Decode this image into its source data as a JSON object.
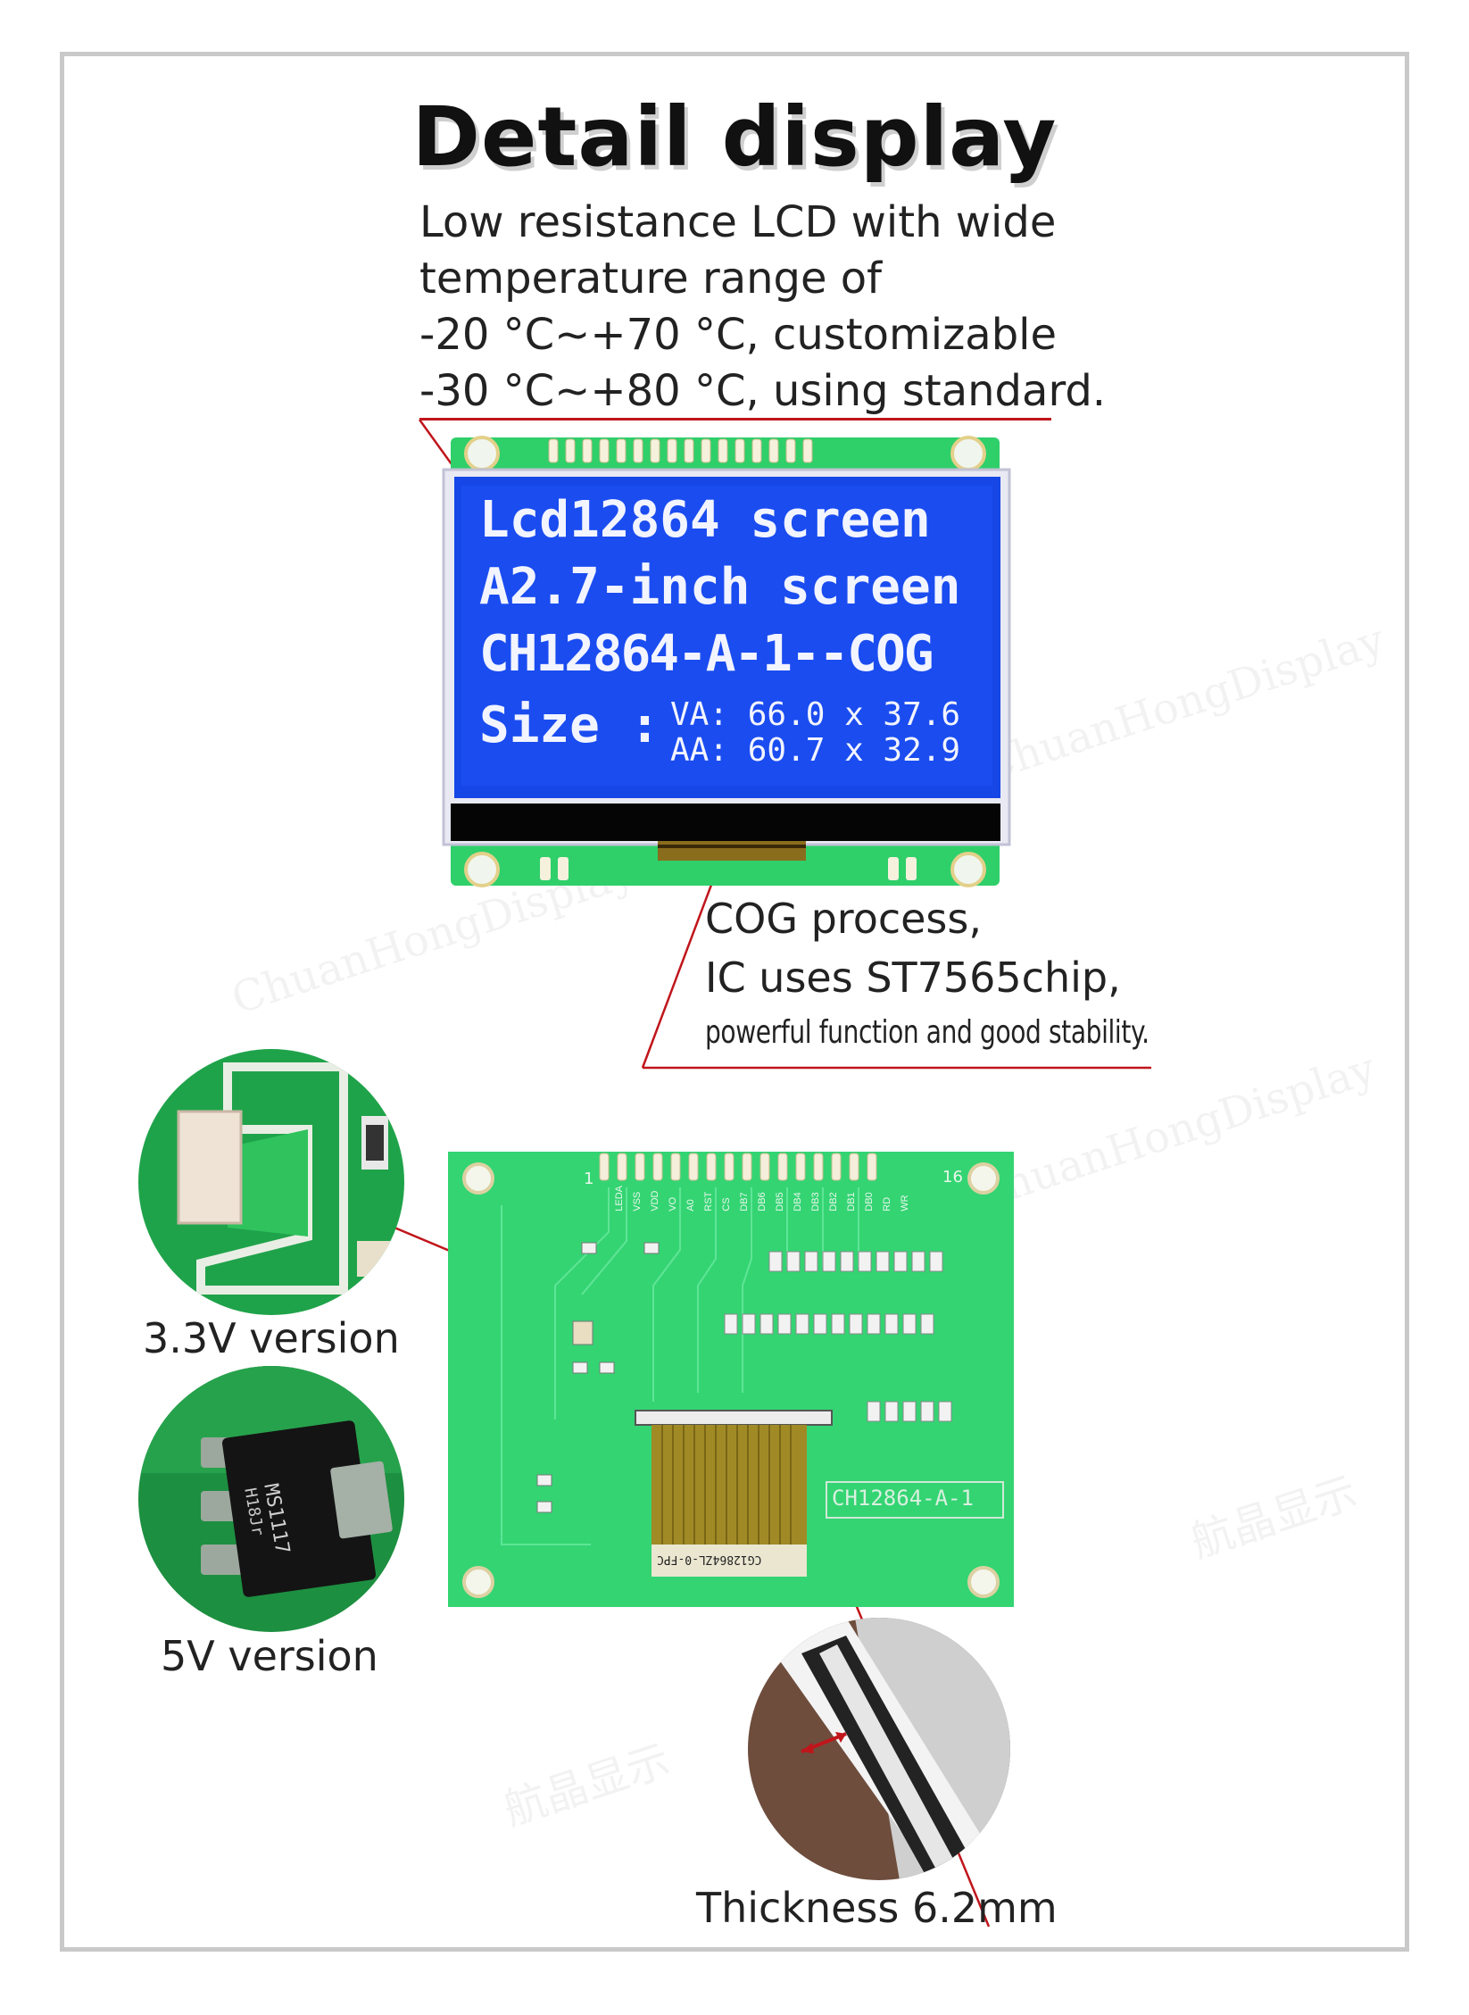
{
  "title": "Detail display",
  "description_lines": [
    "Low resistance LCD with wide",
    "temperature range of",
    "-20 °C~+70 °C, customizable",
    "-30 °C~+80 °C, using standard."
  ],
  "lcd_screen_lines": [
    "Lcd12864 screen",
    "A2.7-inch screen",
    "CH12864-A-1--COG"
  ],
  "lcd_size": {
    "label": "Size :",
    "va": "VA: 66.0 x 37.6",
    "aa": "AA: 60.7 x 32.9"
  },
  "cog_callout": [
    "COG process,",
    "IC uses ST7565chip,",
    "powerful function and good stability."
  ],
  "board_silkscreen": {
    "model": "CH12864-A-1",
    "fpc": "CG12864ZL-0-FPC",
    "pin_start": "1",
    "pin_end": "16",
    "pins": [
      "LEDA",
      "VSS",
      "VDD",
      "VO",
      "A0",
      "RST",
      "CS",
      "DB7",
      "DB6",
      "DB5",
      "DB4",
      "DB3",
      "DB2",
      "DB1",
      "DB0",
      "RD",
      "WR"
    ]
  },
  "version_33_label": "3.3V version",
  "version_5_label": "5V version",
  "regulator_marking": [
    "MS1117",
    "H18Jr"
  ],
  "thickness_label": "Thickness 6.2mm",
  "watermark": [
    "航晶显示",
    "ChuanHongDisplay"
  ],
  "colors": {
    "accent_red": "#c0151b",
    "lcd_blue": "#1646e6",
    "pcb_green": "#2fcf6a"
  }
}
